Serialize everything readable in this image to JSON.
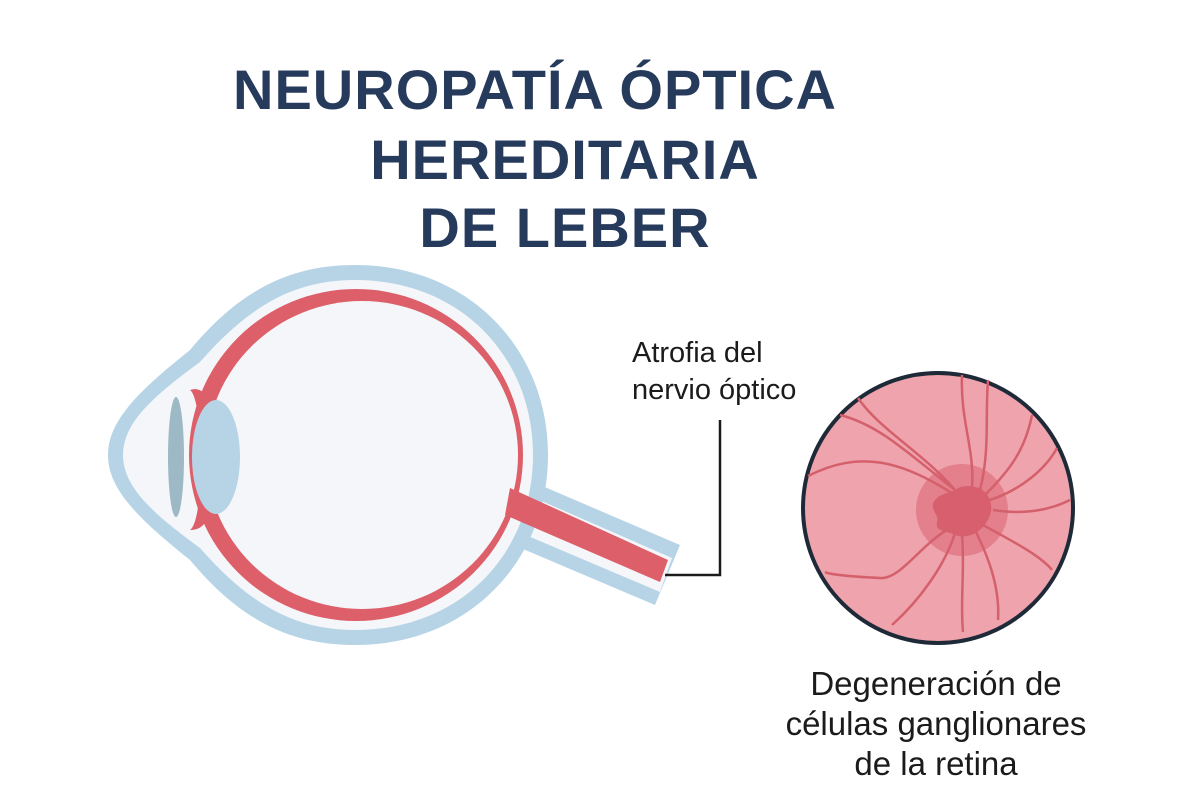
{
  "title": {
    "line1": "NEUROPATÍA ÓPTICA",
    "line2": "HEREDITARIA",
    "line3": "DE LEBER"
  },
  "labels": {
    "optic_nerve_line1": "Atrofia del",
    "optic_nerve_line2": "nervio óptico",
    "retina_line1": "Degeneración de",
    "retina_line2": "células ganglionares",
    "retina_line3": "de la retina"
  },
  "colors": {
    "title": "#263a5c",
    "sclera_blue": "#b7d4e6",
    "retina_red": "#dd5f6a",
    "fundus_pink": "#efa3ad",
    "background_eye": "#f4f6f9"
  }
}
